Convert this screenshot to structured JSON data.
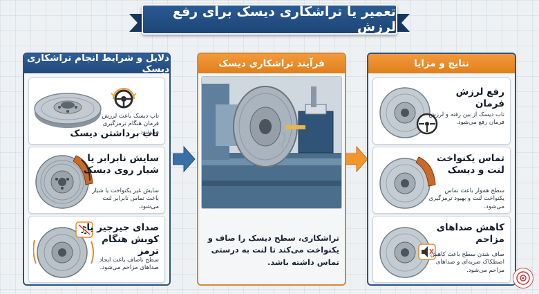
{
  "title": "تعمیر یا تراشکاری دیسک برای رفع لرزش",
  "left_panel": {
    "header": "دلایل و شرایط انجام تراشکاری دیسک",
    "cards": [
      {
        "title": "تاب برداشتن دیسک",
        "desc": "تاب دیسک باعث لرزش فرمان هنگام ترمزگیری می‌شود.",
        "icon": "steering-wheel-icon"
      },
      {
        "title": "سایش نابرابر یا شیار روی دیسک",
        "desc": "سایش غیر یکنواخت یا شیار باعث تماس نابرابر لنت می‌شود.",
        "icon": "brake-pad-icon"
      },
      {
        "title": "صدای جیرجیر یا کوبش هنگام ترمز",
        "desc": "سطح ناصاف باعث ایجاد صداهای مزاحم می‌شود.",
        "icon": "noise-icon"
      }
    ]
  },
  "mid_panel": {
    "header": "فرآیند تراشکاری دیسک",
    "caption": "تراشکاری، سطح دیسک را صاف و یکنواخت می‌کند تا لنت به درستی تماس داشته باشد."
  },
  "right_panel": {
    "header": "نتایج و مزایا",
    "cards": [
      {
        "title": "رفع لرزش فرمان",
        "desc": "تاب دیسک از بین رفته و لرزش فرمان رفع می‌شود.",
        "icon": "steering-wheel-icon"
      },
      {
        "title": "تماس یکنواخت لنت و دیسک",
        "desc": "سطح هموار باعث تماس یکنواخت لنت و بهبود ترمزگیری می‌شود.",
        "icon": "brake-pad-icon"
      },
      {
        "title": "کاهش صداهای مزاحم",
        "desc": "صاف شدن سطح باعث کاهش اصطکاک ضربه‌ای و صداهای مزاحم می‌شود.",
        "icon": "mute-icon"
      }
    ]
  },
  "colors": {
    "navy": "#1d4577",
    "orange": "#e8892a",
    "panel_bg": "#f4f6f8"
  }
}
